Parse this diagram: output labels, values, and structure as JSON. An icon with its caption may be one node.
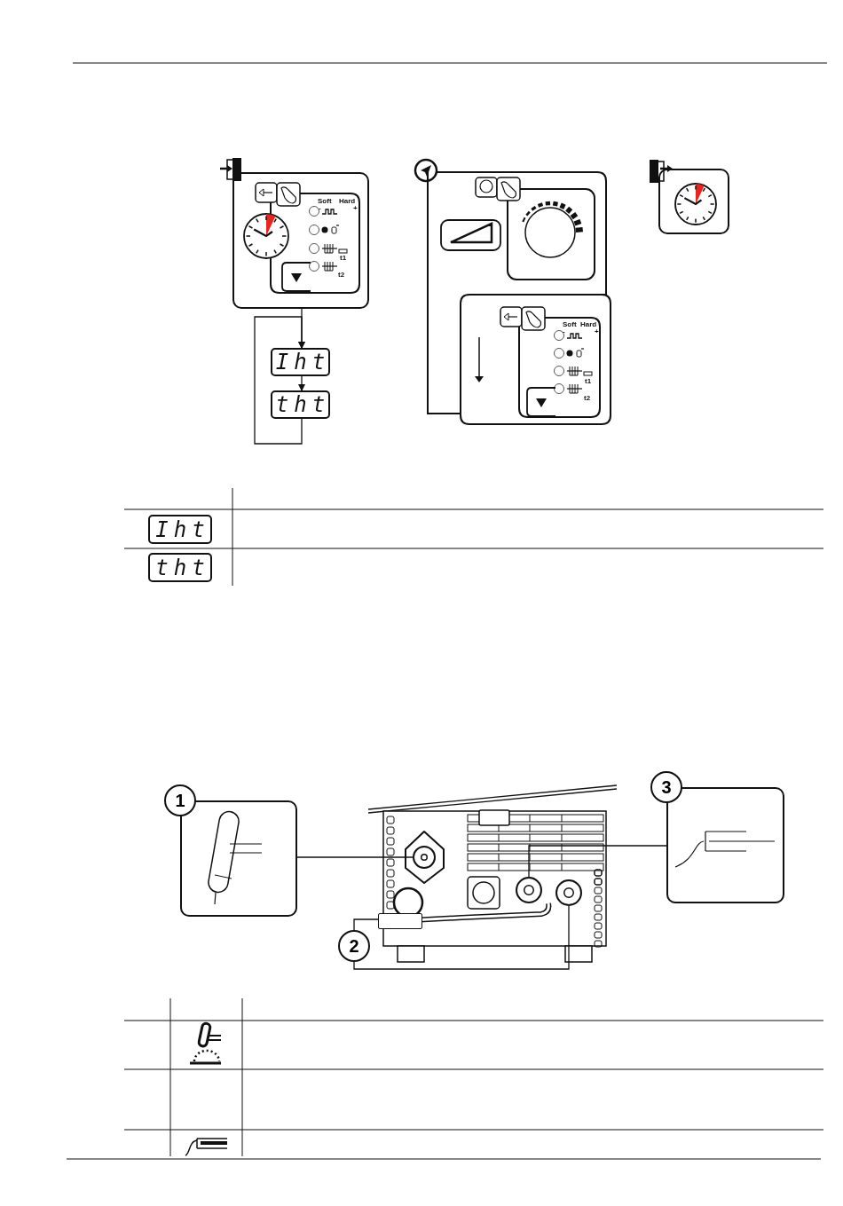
{
  "diagram": {
    "nodes": [
      {
        "text": [],
        "shape": "box"
      },
      {
        "text": [
          "Iht"
        ]
      },
      {
        "text": [
          "tht"
        ]
      },
      {
        "text": [],
        "shape": "box"
      },
      {
        "text": [],
        "shape": "box"
      },
      {
        "text": [
          "1"
        ]
      },
      {
        "text": [
          "2"
        ]
      },
      {
        "text": [
          "3"
        ]
      },
      {
        "text": [],
        "shape": "circle"
      },
      {
        "text": [],
        "shape": "box"
      },
      {
        "text": [],
        "shape": "circle"
      },
      {
        "text": [],
        "shape": "circle"
      },
      {
        "text": [
          "Iht"
        ]
      },
      {
        "text": [
          "tht"
        ]
      }
    ],
    "edges": [
      {
        "from": 0,
        "to": 1,
        "arrow": "to"
      },
      {
        "from": 1,
        "to": 2,
        "arrow": "to"
      },
      {
        "from": 5,
        "to": 8,
        "arrow": "none"
      },
      {
        "from": 6,
        "to": 9,
        "arrow": "none"
      },
      {
        "from": 6,
        "to": 10,
        "arrow": "none"
      },
      {
        "from": 7,
        "to": 11,
        "arrow": "none"
      },
      {
        "from": 2,
        "to": 1,
        "arrow": "to"
      }
    ],
    "labels": [
      "Soft",
      "Hard",
      "-",
      "+",
      "t1",
      "t2",
      "Soft",
      "Hard",
      "-",
      "+",
      "t1",
      "t2"
    ]
  }
}
